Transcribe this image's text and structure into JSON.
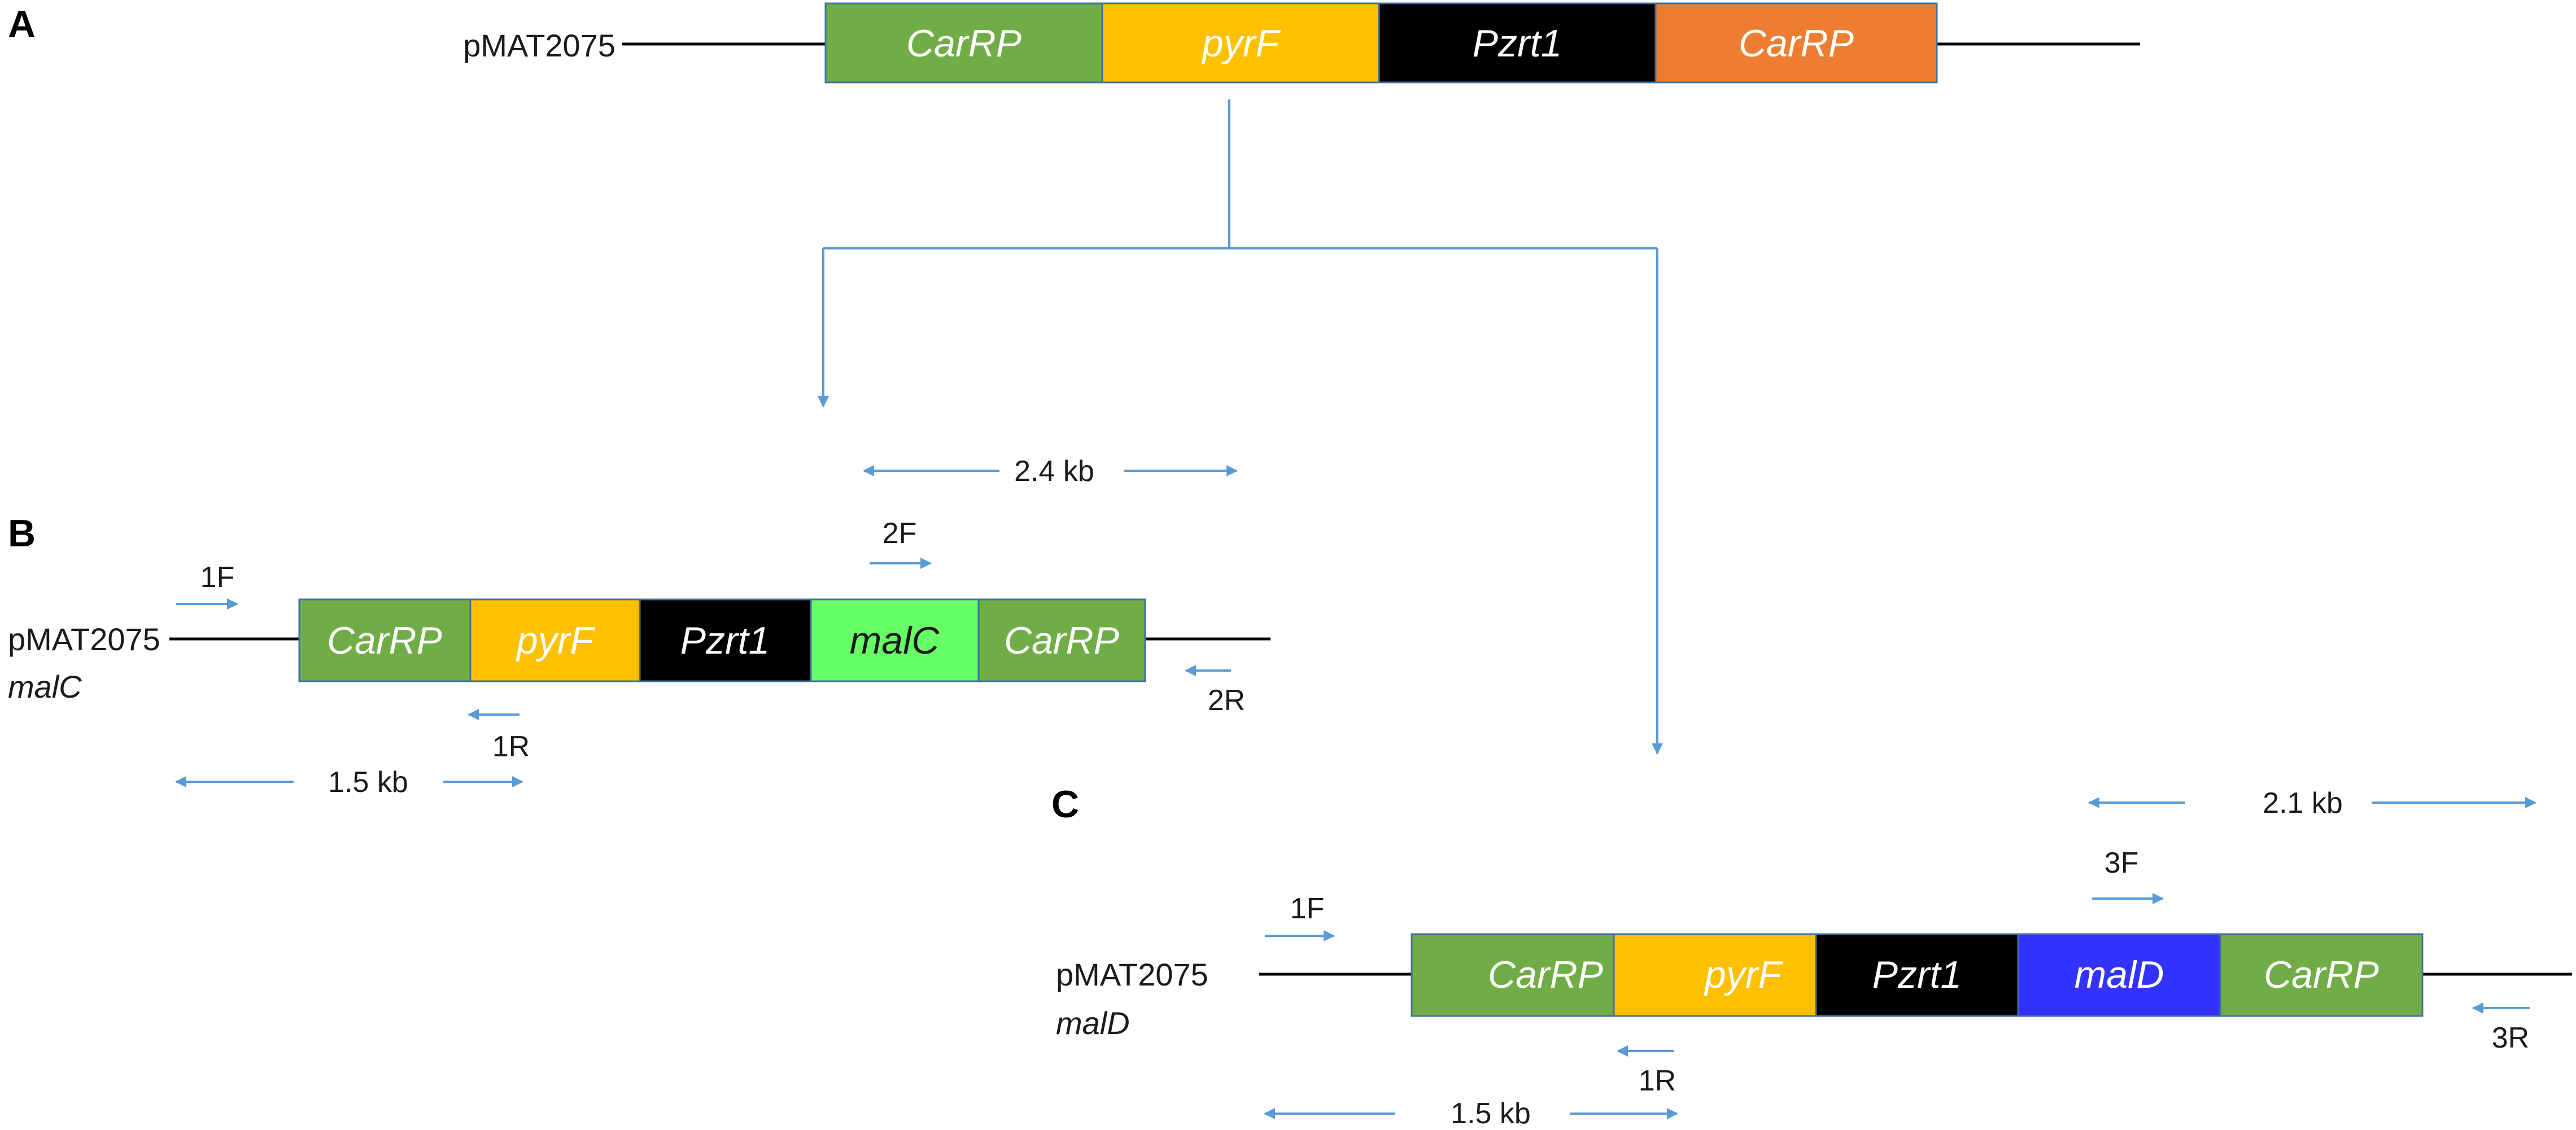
{
  "colors": {
    "carrp_green": "#70AD47",
    "carrp_orange": "#ED7D31",
    "pyrf_yellow": "#FFC000",
    "pzrt1_black": "#000000",
    "malc_green": "#66FF66",
    "mald_blue": "#3333FF",
    "arrow_blue": "#5B9BD5",
    "backbone_line": "#000000"
  },
  "panels": {
    "a": {
      "letter": "A",
      "construct": "pMAT2075",
      "segments": [
        "CarRP",
        "pyrF",
        "Pzrt1",
        "CarRP"
      ]
    },
    "b": {
      "letter": "B",
      "construct": "pMAT2075",
      "construct_sub": "malC",
      "segments": [
        "CarRP",
        "pyrF",
        "Pzrt1",
        "malC",
        "CarRP"
      ],
      "primers": [
        "1F",
        "1R",
        "2F",
        "2R"
      ],
      "sizes": [
        "1.5 kb",
        "2.4 kb"
      ]
    },
    "c": {
      "letter": "C",
      "construct": "pMAT2075",
      "construct_sub": "malD",
      "segments": [
        "CarRP",
        "pyrF",
        "Pzrt1",
        "malD",
        "CarRP"
      ],
      "primers": [
        "1F",
        "1R",
        "3F",
        "3R"
      ],
      "sizes": [
        "1.5 kb",
        "2.1 kb"
      ]
    }
  }
}
